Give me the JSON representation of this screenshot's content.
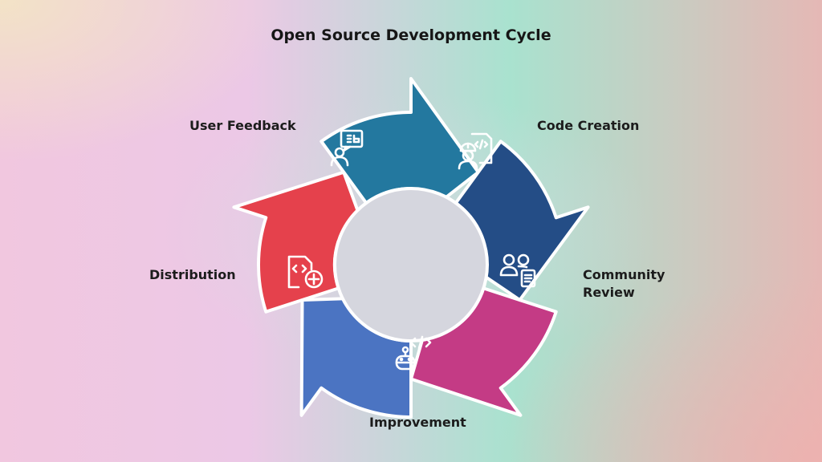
{
  "title": "Open Source Development Cycle",
  "stages": [
    {
      "label": "User Feedback",
      "color": "#E5414C",
      "icon": "user-feedback-chat-icon"
    },
    {
      "label": "Code Creation",
      "color": "#23789F",
      "icon": "developer-code-document-icon"
    },
    {
      "label": "Community Review",
      "color": "#244D86",
      "icon": "team-review-document-icon"
    },
    {
      "label": "Improvement",
      "color": "#C43B85",
      "icon": "robot-code-icon"
    },
    {
      "label": "Distribution",
      "color": "#4B74C2",
      "icon": "code-file-add-icon"
    }
  ]
}
